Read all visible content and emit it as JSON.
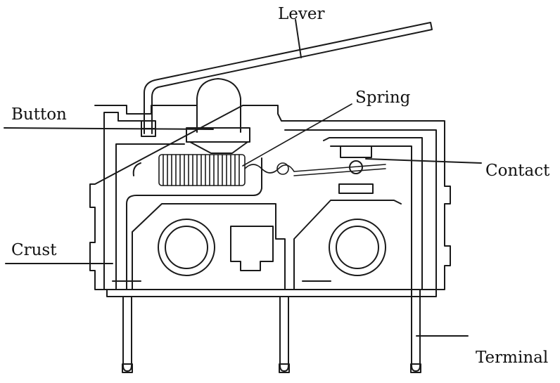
{
  "diagram": {
    "labels": {
      "lever": "Lever",
      "button": "Button",
      "spring": "Spring",
      "contact": "Contact",
      "crust": "Crust",
      "terminal": "Terminal"
    },
    "colors": {
      "line": "#1a1a1a",
      "text": "#111111",
      "background": "#ffffff"
    }
  }
}
